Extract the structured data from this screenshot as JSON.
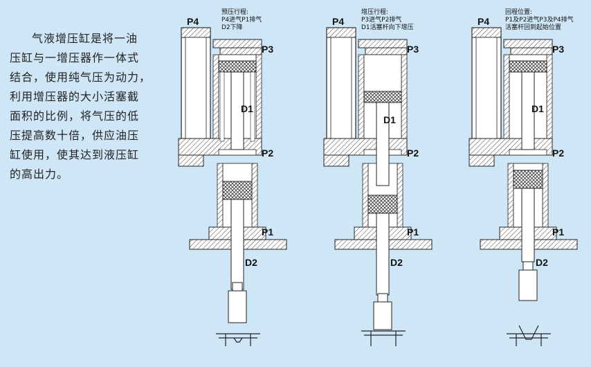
{
  "intro": {
    "lines": [
      "气液增压缸是将一油",
      "压缸与一增压器作一体式",
      "结合，使用纯气压为动力，",
      "利用增压器的大小活塞截",
      "面积的比例，将气压的低",
      "压提高数十倍，供应油压",
      "缸使用，使其达到液压缸",
      "的高出力。"
    ]
  },
  "stages": [
    {
      "caption": [
        "预压行程:",
        "P4进气P1排气",
        "D2下降"
      ],
      "port_labels": {
        "p4": "P4",
        "p3": "P3",
        "d1": "D1",
        "p2": "P2",
        "p1": "P1",
        "d2": "D2"
      }
    },
    {
      "caption": [
        "增压行程:",
        "P3进气P2排气",
        "D1活塞杆向下增压"
      ],
      "port_labels": {
        "p4": "P4",
        "p3": "P3",
        "d1": "D1",
        "p2": "P2",
        "p1": "P1",
        "d2": "D2"
      }
    },
    {
      "caption": [
        "回程位置:",
        "P1及P2进气P3及P4排气",
        "活塞杆回到起始位置"
      ],
      "port_labels": {
        "p4": "P4",
        "p3": "P3",
        "d1": "D1",
        "p2": "P2",
        "p1": "P1",
        "d2": "D2"
      }
    }
  ],
  "colors": {
    "background": "#cfe6f7",
    "line": "#222222",
    "hatch": "#444444"
  }
}
